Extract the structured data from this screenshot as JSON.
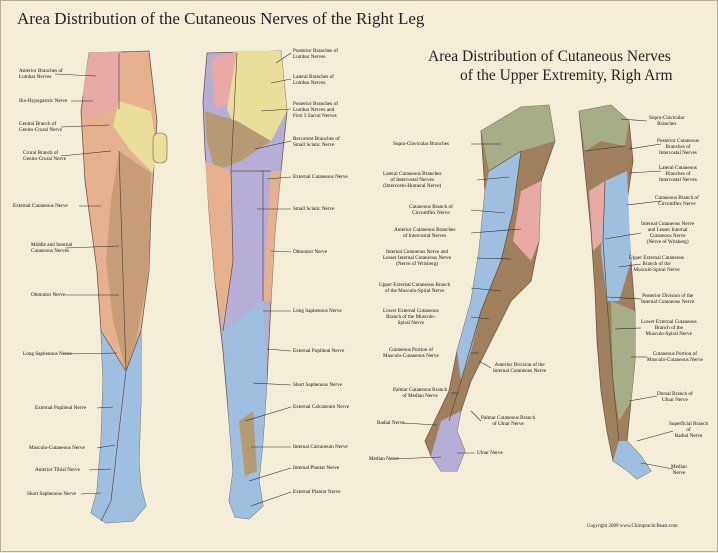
{
  "leg_title": "Area Distribution of the Cutaneous Nerves of the Right Leg",
  "arm_title_line1": "Area Distribution of Cutaneous Nerves",
  "arm_title_line2": "of the Upper Extremity, Righ Arm",
  "leg_front_labels": [
    "Anterior Branches of\nLumbar Nerves",
    "Ilio-Hypogastric Nerve",
    "Genital Branch of\nGenito-Crural Nerve",
    "Crural Branch of\nGenito-Crural Nerve",
    "External Cutaneous Nerve",
    "Middle and Internal\nCutaneous Nerves",
    "Obturator Nerve",
    "Long Saphenous Nerve",
    "External Popliteal Nerve",
    "Musculo-Cutaneous Nerve",
    "Anterior Tibial Nerve",
    "Short Saphenous Nerve"
  ],
  "leg_back_labels": [
    "Posterior Branches of\nLumbar Nerves",
    "Lateral Branches of\nLumbar Nerves",
    "Posterior Branches of\nLumbar Nerves and\nFirst 3 Sacral Nerves",
    "Recurrent Branches of\nSmall Sciatic Nerve",
    "External Cutaneous Nerve",
    "Small Sciatic Nerve",
    "Obturator Nerve",
    "Long Saphenous Nerve",
    "External Popliteal Nerve",
    "Short Saphenous Nerve",
    "External Calcaneum Nerve",
    "Internal Calcaneum Nerve",
    "Internal Plantar Nerve",
    "External Plantar Nerve"
  ],
  "arm_front_labels": [
    "Supra-Clavicular Branches",
    "Lateral Cutaneous Branches\nof Intercostal Nerves\n(Intercosto-Humeral Nerve)",
    "Cutaneous Branch of\nCircumflex Nerve",
    "Anterior Cutaneous Branches\nof Intercostal Nerves",
    "Internal Cutaneous Nerve and\nLesser Internal Cutaneous Nerve\n(Nerve of Wrisberg)",
    "Upper External Cutaneous Branch\nof the Musculo-Spiral Nerve",
    "Lower External Cutaneous\nBranch of the Musculo-\nSpiral Nerve",
    "Cutaneous Portion of\nMusculo-Cutaneous Nerve",
    "Anterior Division of the\nInternal Cutaneous Nerve",
    "Palmar Cutaneous Branch\nof Median Nerve",
    "Palmar Cutaneous Branch\nof Ulnar Nerve",
    "Radial Nerve",
    "Ulnar Nerve",
    "Median Nerve"
  ],
  "arm_back_labels": [
    "Supra-Clavicular\nBranches",
    "Posterior Cutaneous\nBranches of\nIntercostal Nerves",
    "Lateral Cutaneous\nBranches of\nIntercostal Nerves",
    "Cutaneous Branch of\nCircumflex Nerve",
    "Internal Cutaneous Nerve\nand Lesser Internal\nCutaneous Nerve\n(Nerve of Wrisberg)",
    "Upper External Cutaneous\nBranch of the\nMusculo-Spiral Nerve",
    "Posterior Division of the\nInternal Cutaneous Nerve",
    "Lower External Cutaneous\nBranch of the\nMusculo-Spiral Nerve",
    "Cutaneous Portion of\nMusculo-Cutaneous Nerve",
    "Dorsal Branch of\nUlnar Nerve",
    "Superficial Branch\nof\nRadial Nerve",
    "Median\nNerve"
  ],
  "copyright": "Copyright 2009 www.ChiropracticBeast.com",
  "colors": {
    "background": "#f4edd8",
    "pink": "#e9aaa6",
    "yellow": "#eadf9a",
    "salmon": "#e7b08e",
    "blue": "#9fbfe0",
    "lavender": "#b7aed8",
    "tan": "#b59a74",
    "olive": "#a7ad86",
    "brown": "#a0805c"
  }
}
